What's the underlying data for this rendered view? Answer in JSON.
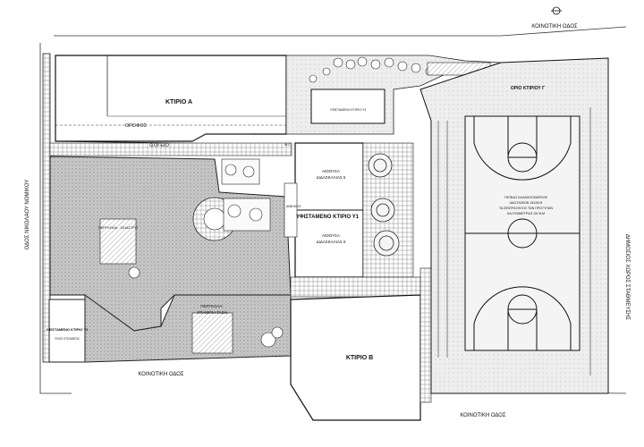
{
  "labels": {
    "building_a": "ΚΤΙΡΙΟ Α",
    "building_b": "ΚΤΙΡΙΟ Β",
    "orofos": "ΟΡΟΦΟΣ",
    "isogeio": "ΙΣΟΓΕΙΟ",
    "existing_y1": "ΥΦΙΣΤΑΜΕΝΟ ΚΤΙΡΙΟ Υ1",
    "classroom_5_line1": "ΑΙΘΟΥΣΑ",
    "classroom_5_line2": "ΔΙΔΑΣΚΑΛΙΑΣ 5",
    "classroom_6_line1": "ΑΙΘΟΥΣΑ",
    "classroom_6_line2": "ΔΙΔΑΣΚΑΛΙΑΣ 6",
    "pergola_upper": "ΠΕΡΓΚΟΛΑ - ΣΚΙΑΣΤΡΟ",
    "pergola_line1": "ΠΕΡΓΚΟΛΑ-",
    "pergola_line2": "ΥΠΑΙΘΡΙΑ ΤΑΞΗ",
    "existing_y2": "ΥΦΙΣΤΑΜΕΝΟ ΚΤΙΡΙΟ Υ2",
    "existing_y3": "ΥΦΙΣΤΑΜΕΝΟ ΚΤΙΡΙΟ Υ3",
    "y2_sub": "ΥΨΟΣ ΚΤΙΣΜΑΤΟΣ",
    "court_boundary": "ΟΡΙΟ ΚΤΙΡΙΟΥ Γ",
    "court_note_1": "ΓΗΠΕΔΟ ΚΑΛΑΘΟΣΦΑΙΡΙΣΗΣ",
    "court_note_2": "ΔΙΑΣΤΑΣΕΩΝ 15Χ28 Μ",
    "court_note_3": "ΤΑ ΣΕΝΤΡΑ ΕΝΤΟΣ ΤΩΝ ΠΡΟΤΥΠΩΝ",
    "court_note_4": "ΚΑΙ ΓΕΩΜΕΤΡΙΑΣ ΟΚ Β-Μ",
    "street_top": "ΚΟΙΝΟΤΙΚΗ ΟΔΟΣ",
    "street_bottom_left": "ΚΟΙΝΟΤΙΚΗ ΟΔΟΣ",
    "street_bottom_right": "ΚΟΙΝΟΤΙΚΗ ΟΔΟΣ",
    "street_left": "ΟΔΟΣ ΝΙΚΟΛΑΟΥ ΝΟΜΙΚΟΥ",
    "parking": "ΔΗΜΟΣΙΟΣ ΧΩΡΟΣ ΣΤΑΘΜΕΥΣΗΣ",
    "tag_wc": "W.C.",
    "tag_stairs": "ΑΝΕΛΚΥΣ."
  },
  "colors": {
    "line": "#1a1a1a",
    "paving": "#bdbdbd",
    "green": "#e8ecec",
    "court": "#f2f2f2",
    "white": "#ffffff"
  }
}
